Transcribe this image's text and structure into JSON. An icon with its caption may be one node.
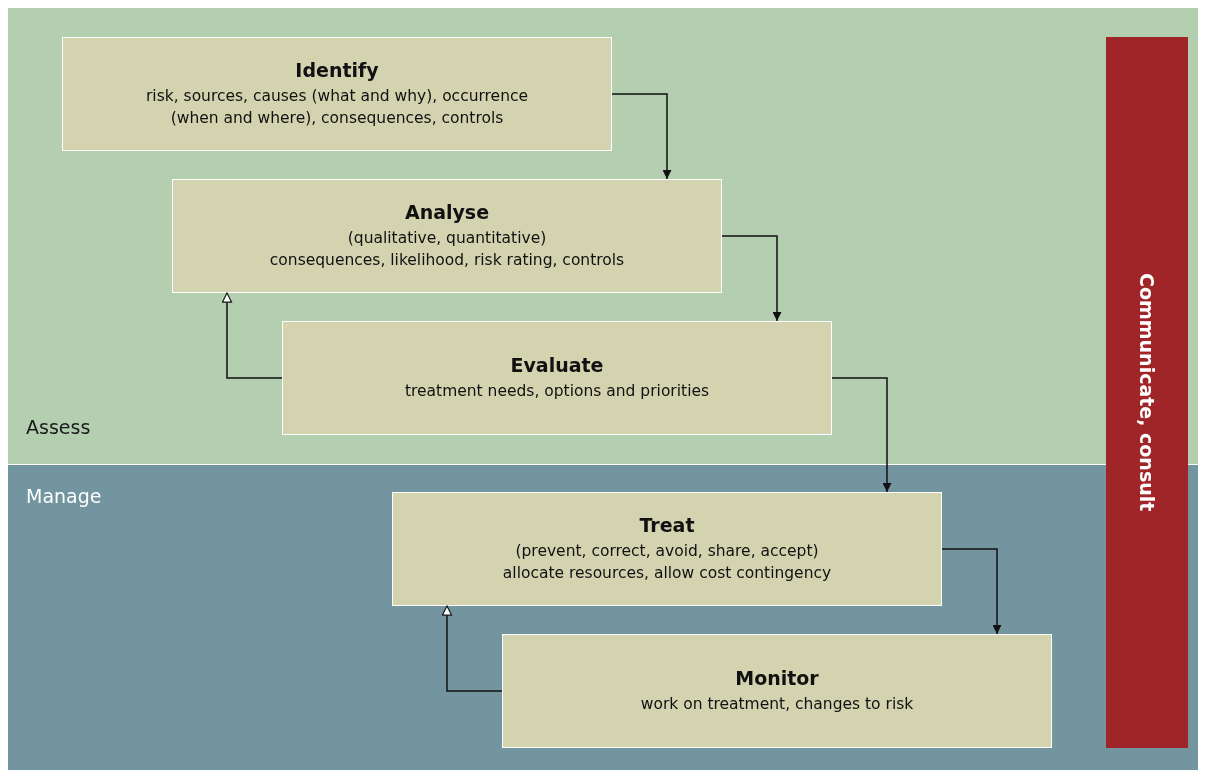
{
  "diagram": {
    "nodes": [
      {
        "text": [
          "Assess"
        ]
      },
      {
        "text": [
          "Identify",
          "risk, sources, causes (what and why), occurrence (when and where), consequences, controls"
        ],
        "in": 0
      },
      {
        "text": [
          "Analyse",
          "(qualitative, quantitative)",
          "consequences, likelihood, risk rating, controls"
        ],
        "in": 0
      },
      {
        "text": [
          "Evaluate",
          "treatment needs, options and priorities"
        ],
        "in": 0
      },
      {
        "text": [
          "Manage"
        ]
      },
      {
        "text": [
          "Treat",
          "(prevent, correct, avoid, share, accept)",
          "allocate resources, allow cost contingency"
        ],
        "in": 4
      },
      {
        "text": [
          "Monitor",
          "work on treatment, changes to risk"
        ],
        "in": 4
      },
      {
        "text": [
          "Communicate, consult"
        ]
      }
    ],
    "edges": [
      {
        "from": 1,
        "to": 2,
        "arrow": "to"
      },
      {
        "from": 2,
        "to": 3,
        "arrow": "to"
      },
      {
        "from": 3,
        "to": 2,
        "arrow": "to"
      },
      {
        "from": 3,
        "to": 5,
        "arrow": "to"
      },
      {
        "from": 5,
        "to": 6,
        "arrow": "to"
      },
      {
        "from": 6,
        "to": 5,
        "arrow": "to"
      }
    ]
  }
}
